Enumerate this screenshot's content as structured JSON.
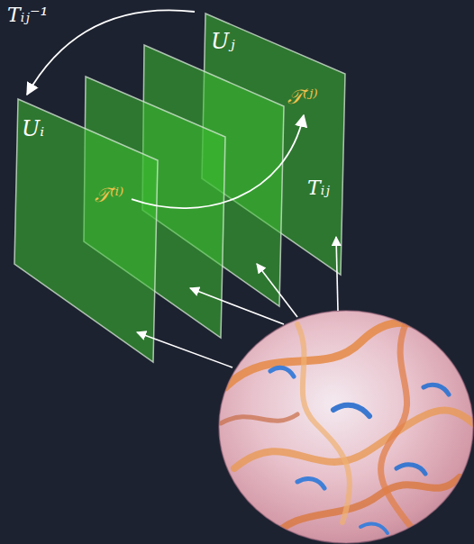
{
  "diagram": {
    "nodes": [
      {
        "text": [
          "Uᵢ"
        ]
      },
      {
        "text": [
          "Uⱼ"
        ]
      },
      {
        "text": [
          "𝒯⁽ⁱ⁾"
        ],
        "in": 0
      },
      {
        "text": [
          "𝒯⁽ʲ⁾"
        ],
        "in": 1
      }
    ],
    "edges": [
      {
        "from": 2,
        "to": 3,
        "label": "Tᵢⱼ",
        "arrow": "to"
      },
      {
        "from": 1,
        "to": 0,
        "label": "Tᵢⱼ⁻¹",
        "arrow": "to"
      }
    ]
  }
}
